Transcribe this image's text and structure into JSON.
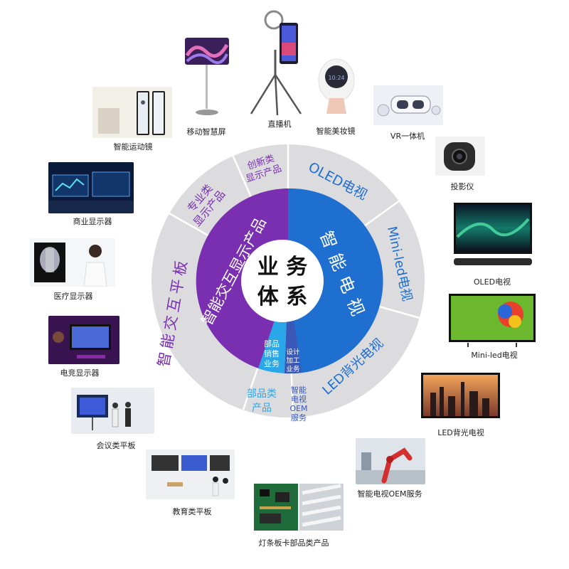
{
  "center": {
    "line1": "业 务",
    "line2": "体 系"
  },
  "inner_ring": {
    "interactive": {
      "label": "智能交互显示产品",
      "color": "#7a2fb0"
    },
    "tv": {
      "label": "智能电视",
      "color": "#1e6fd0"
    },
    "parts_sales": {
      "lines": [
        "部品",
        "销售",
        "业务"
      ],
      "color": "#29a7e8"
    },
    "design_oem": {
      "lines": [
        "设计",
        "加工",
        "业务"
      ],
      "color": "#3a58b8"
    }
  },
  "outer_ring": {
    "color": "#dcdcdf",
    "segments": {
      "interactive_panel": {
        "label": "智能交互平板",
        "color": "#7a2fb0"
      },
      "professional_display": {
        "lines": [
          "专业类",
          "显示产品"
        ],
        "color": "#7a2fb0"
      },
      "innovative_display": {
        "lines": [
          "创新类",
          "显示产品"
        ],
        "color": "#7a2fb0"
      },
      "oled_tv": {
        "label": "OLED电视",
        "color": "#1e6fd0"
      },
      "miniled_tv": {
        "label": "Mini-led电视",
        "color": "#1e6fd0"
      },
      "led_tv": {
        "label": "LED背光电视",
        "color": "#1e6fd0"
      },
      "tv_oem": {
        "lines": [
          "智能",
          "电视",
          "OEM",
          "服务"
        ],
        "color": "#3a58b8"
      },
      "parts": {
        "lines": [
          "部品类",
          "产品"
        ],
        "color": "#29a7e8"
      }
    }
  },
  "products": {
    "mobile_screen": {
      "caption": "移动智慧屏",
      "icon": "mobile-smart-screen-icon"
    },
    "livestream": {
      "caption": "直播机",
      "icon": "livestream-tripod-icon"
    },
    "beauty_mirror": {
      "caption": "智能美妆镜",
      "icon": "beauty-mirror-icon"
    },
    "vr": {
      "caption": "VR一体机",
      "icon": "vr-headset-icon"
    },
    "projector": {
      "caption": "投影仪",
      "icon": "projector-icon"
    },
    "oled": {
      "caption": "OLED电视",
      "icon": "oled-tv-icon"
    },
    "miniled": {
      "caption": "Mini-led电视",
      "icon": "miniled-tv-icon"
    },
    "led": {
      "caption": "LED背光电视",
      "icon": "led-tv-icon"
    },
    "oem": {
      "caption": "智能电视OEM服务",
      "icon": "factory-robot-icon"
    },
    "parts": {
      "caption": "灯条板卡部品类产品",
      "icon": "circuit-board-icon"
    },
    "education": {
      "caption": "教育类平板",
      "icon": "education-panel-icon"
    },
    "conference": {
      "caption": "会议类平板",
      "icon": "conference-panel-icon"
    },
    "gaming": {
      "caption": "电竞显示器",
      "icon": "gaming-monitor-icon"
    },
    "medical": {
      "caption": "医疗显示器",
      "icon": "medical-monitor-icon"
    },
    "commercial": {
      "caption": "商业显示器",
      "icon": "commercial-display-icon"
    },
    "fitness": {
      "caption": "智能运动镜",
      "icon": "fitness-mirror-icon"
    }
  }
}
